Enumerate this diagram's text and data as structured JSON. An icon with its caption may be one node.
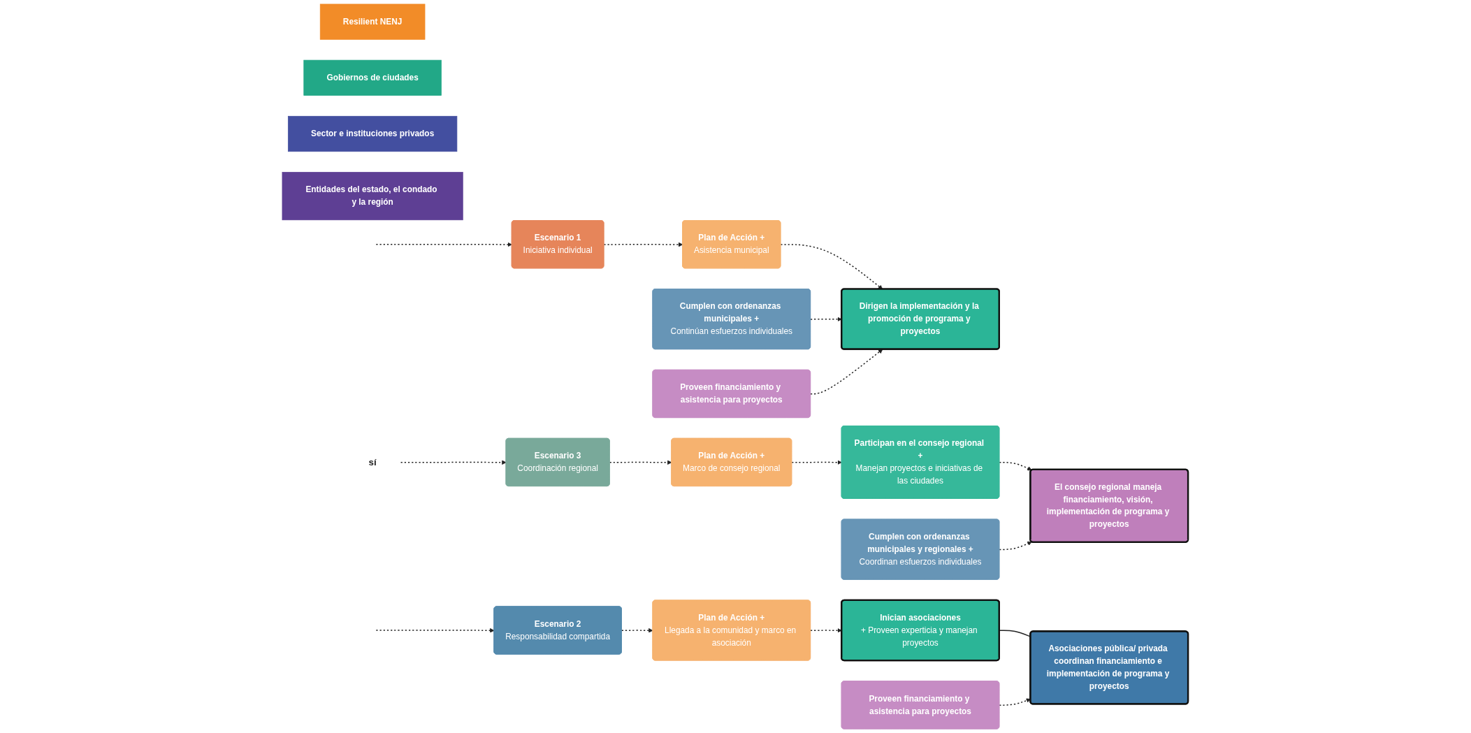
{
  "diagram": {
    "nodes": [
      {
        "text": [
          "Resilient NENJ"
        ]
      },
      {
        "text": [
          "Gobiernos de ciudades"
        ]
      },
      {
        "text": [
          "Sector e instituciones privados"
        ]
      },
      {
        "text": [
          "Entidades del estado, el condado y la región"
        ]
      },
      {
        "text": [
          "Escenario 1",
          "Iniciativa individual"
        ]
      },
      {
        "text": [
          "Plan de Acción +",
          "Asistencia municipal"
        ]
      },
      {
        "text": [
          "Dirigen la implementación y la promoción de programa y proyectos"
        ]
      },
      {
        "text": [
          "Cumplen con ordenanzas municipales +",
          "Continúan esfuerzos individuales"
        ]
      },
      {
        "text": [
          "Proveen financiamiento y asistencia para proyectos"
        ]
      },
      {
        "text": [
          "Escenario 2",
          "Responsabilidad compartida"
        ]
      },
      {
        "text": [
          "Plan de Acción +",
          "Llegada a la comunidad y marco en asociación"
        ]
      },
      {
        "text": [
          "Inician asociaciones",
          "+ Proveen experticia y manejan proyectos"
        ]
      },
      {
        "text": [
          "Asociaciones pública/ privada coordinan financiamiento e implementación de programa y proyectos"
        ]
      },
      {
        "text": [
          "Proveen financiamiento y asistencia para proyectos"
        ]
      },
      {
        "text": [
          "sí"
        ]
      },
      {
        "text": [
          "Escenario 3",
          "Coordinación regional"
        ]
      },
      {
        "text": [
          "Plan de Acción +",
          "Marco de consejo regional"
        ]
      },
      {
        "text": [
          "Participan en el consejo regional +",
          "Manejan proyectos e iniciativas de las ciudades"
        ]
      },
      {
        "text": [
          "Cumplen con ordenanzas municipales y regionales +",
          "Coordinan esfuerzos individuales"
        ]
      },
      {
        "text": [
          "El consejo regional maneja financiamiento, visión, implementación de programa y proyectos"
        ]
      }
    ],
    "edges": [
      {
        "from": null,
        "to": 4,
        "arrow": "to",
        "style": "dashed"
      },
      {
        "from": 4,
        "to": 5,
        "arrow": "to",
        "style": "dashed"
      },
      {
        "from": 5,
        "to": 6,
        "arrow": "to",
        "style": "dashed"
      },
      {
        "from": 7,
        "to": 6,
        "arrow": "to",
        "style": "dashed"
      },
      {
        "from": 8,
        "to": 6,
        "arrow": "to",
        "style": "dashed"
      },
      {
        "from": null,
        "to": 9,
        "arrow": "to",
        "style": "dashed"
      },
      {
        "from": 9,
        "to": 10,
        "arrow": "to",
        "style": "dashed"
      },
      {
        "from": 10,
        "to": 11,
        "arrow": "to",
        "style": "dashed"
      },
      {
        "from": 11,
        "to": 12,
        "arrow": "none"
      },
      {
        "from": 13,
        "to": 12,
        "arrow": "to",
        "style": "dashed"
      },
      {
        "from": 14,
        "to": 15,
        "arrow": "to",
        "style": "dashed"
      },
      {
        "from": 15,
        "to": 16,
        "arrow": "to",
        "style": "dashed"
      },
      {
        "from": 16,
        "to": 17,
        "arrow": "to",
        "style": "dashed"
      },
      {
        "from": 17,
        "to": 19,
        "arrow": "to",
        "style": "dashed"
      },
      {
        "from": 18,
        "to": 19,
        "arrow": "to",
        "style": "dashed"
      }
    ]
  }
}
